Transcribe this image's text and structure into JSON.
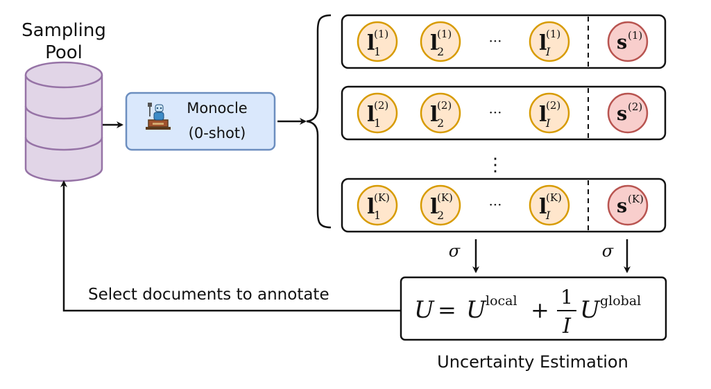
{
  "pool": {
    "title_line1": "Sampling",
    "title_line2": "Pool"
  },
  "model": {
    "name_line1": "Monocle",
    "name_line2": "(0-shot)"
  },
  "rows": [
    {
      "sup": "(1)",
      "vdots": false
    },
    {
      "sup": "(2)",
      "vdots": true
    },
    {
      "sup": "(K)",
      "vdots": false
    }
  ],
  "token": {
    "local": "l",
    "global": "s",
    "last_sub": "I",
    "ellipsis": "···",
    "vdots": "⋮"
  },
  "sigma": "σ",
  "feedback_label": "Select documents to annotate",
  "formula": {
    "U": "U",
    "eq": "=",
    "local_sup": "local",
    "plus": "+",
    "frac_num": "1",
    "frac_den": "I",
    "global_sup": "global"
  },
  "estimation_label": "Uncertainty Estimation",
  "colors": {
    "pool_fill": "#e1d5e7",
    "pool_stroke": "#9673a6",
    "model_fill": "#dae8fc",
    "model_stroke": "#6c8ebf",
    "local_fill": "#ffe6cc",
    "local_stroke": "#d79b00",
    "global_fill": "#f8cecc",
    "global_stroke": "#b85450"
  }
}
